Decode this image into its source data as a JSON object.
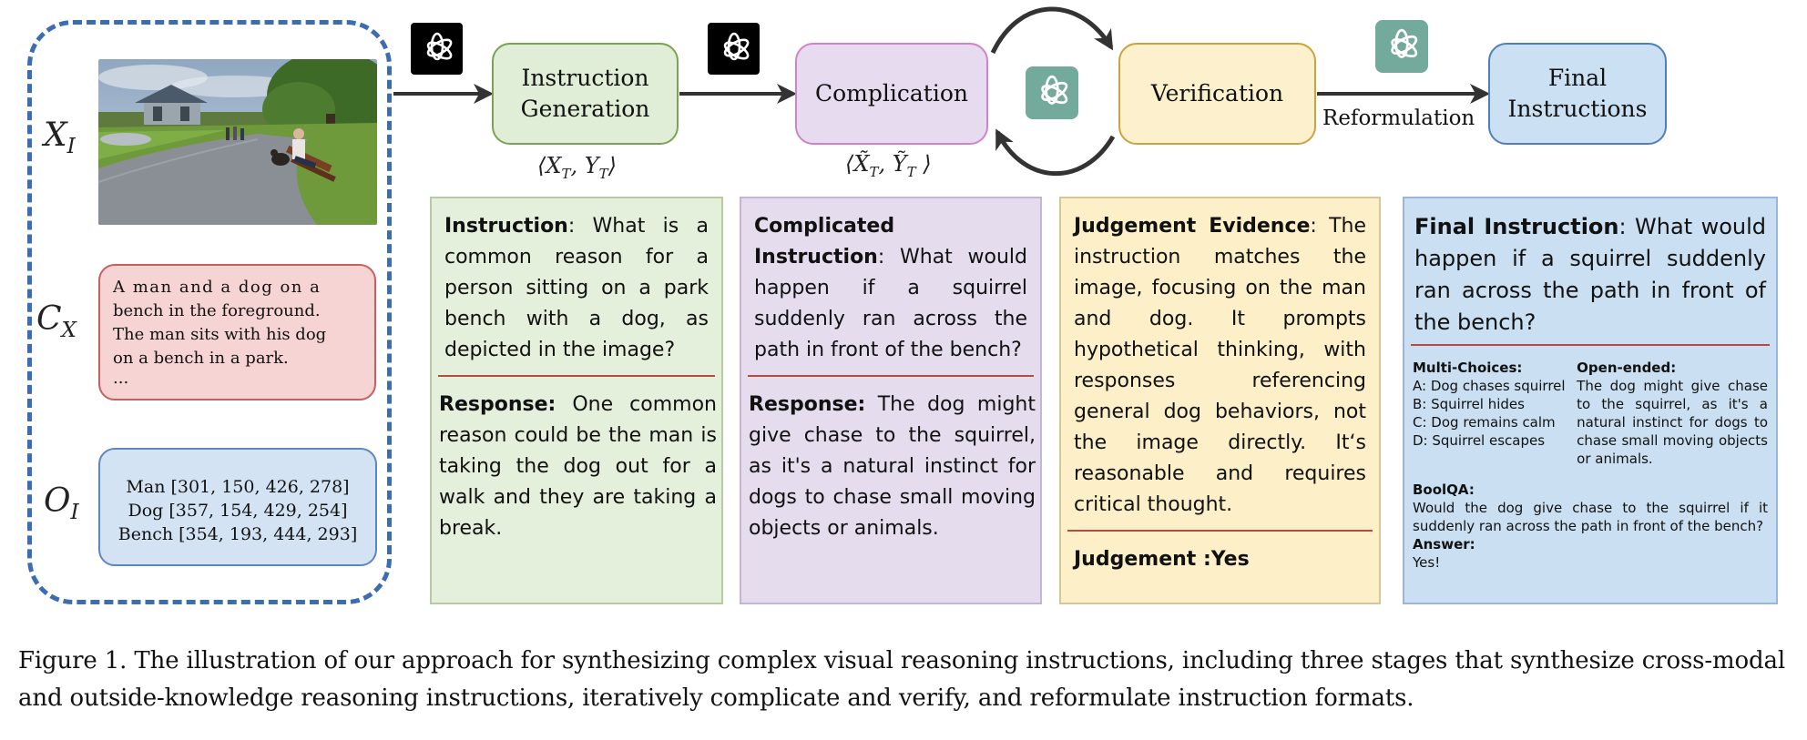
{
  "inputs": {
    "image_label": {
      "main": "X",
      "sub": "I"
    },
    "caption_label": {
      "main": "C",
      "sub": "X"
    },
    "objects_label": {
      "main": "O",
      "sub": "I"
    },
    "caption_lines": [
      "A man and a dog on a",
      "bench in the foreground.",
      "The man sits with his dog",
      "on a bench in a park.",
      "..."
    ],
    "objects": [
      "Man [301, 150, 426, 278]",
      "Dog [357, 154, 429, 254]",
      "Bench [354, 193, 444, 293]"
    ]
  },
  "stages": {
    "instruction_generation": [
      "Instruction",
      "Generation"
    ],
    "complication": "Complication",
    "verification": "Verification",
    "final_instructions": [
      "Final",
      "Instructions"
    ],
    "reformulation": "Reformulation"
  },
  "pair_labels": {
    "generation": {
      "a": "X",
      "a_sub": "T",
      "b": "Y",
      "b_sub": "T"
    },
    "complication": {
      "a": "X̃",
      "a_sub": "T",
      "b": "Ỹ",
      "b_sub": "T"
    }
  },
  "icons": [
    "openai-logo-dark",
    "openai-logo-teal",
    "cycle-arrows"
  ],
  "colors": {
    "dashed_border": "#3b6db0",
    "generation": "#e1eed7",
    "complication": "#e7dcef",
    "verification": "#fdf1cd",
    "final": "#cce0f3",
    "divider": "#b54c43"
  },
  "panels": {
    "instruction": {
      "instruction_lead": "Instruction",
      "instruction_text": ": What is a common reason for a person sitting on a park bench with a dog, as depicted in the image?",
      "response_lead": "Response:",
      "response_text": " One common reason could be the man is taking the dog out for a walk and they are taking a break."
    },
    "complicated": {
      "instruction_lead": "Complicated Instruction",
      "instruction_text": ": What would happen if a squirrel suddenly ran across the path in front of the bench?",
      "response_lead": "Response:",
      "response_text": " The dog might give chase to the squirrel, as it's a natural instinct for dogs to chase small moving objects or animals."
    },
    "judgement": {
      "evidence_lead": "Judgement Evidence",
      "evidence_text": ": The instruction matches the image, focusing on the man and dog. It prompts hypothetical thinking, with responses referencing general dog behaviors, not the image directly. It‘s reasonable and requires critical thought.",
      "judgement": "Judgement :Yes"
    },
    "final": {
      "instruction_lead": "Final Instruction",
      "instruction_text": ": What would happen if a squirrel suddenly ran across the path in front of the bench?",
      "mc_title": "Multi-Choices:",
      "mc_options": [
        "A: Dog chases squirrel",
        "B: Squirrel hides",
        "C: Dog remains calm",
        "D: Squirrel escapes"
      ],
      "open_title": "Open-ended:",
      "open_text": "The dog might give chase to the squirrel, as it's a natural instinct for dogs to chase small moving objects or animals.",
      "boolqa_title": "BoolQA:",
      "boolqa_text": "Would the dog give chase to the squirrel if it suddenly ran across the path in front of the bench?",
      "answer_title": "Answer:",
      "answer_text": "Yes!"
    }
  },
  "figure_caption": "Figure 1.  The illustration of our approach for synthesizing complex visual reasoning instructions, including three stages that synthesize cross-modal and outside-knowledge reasoning instructions, iteratively complicate and verify, and reformulate instruction formats."
}
